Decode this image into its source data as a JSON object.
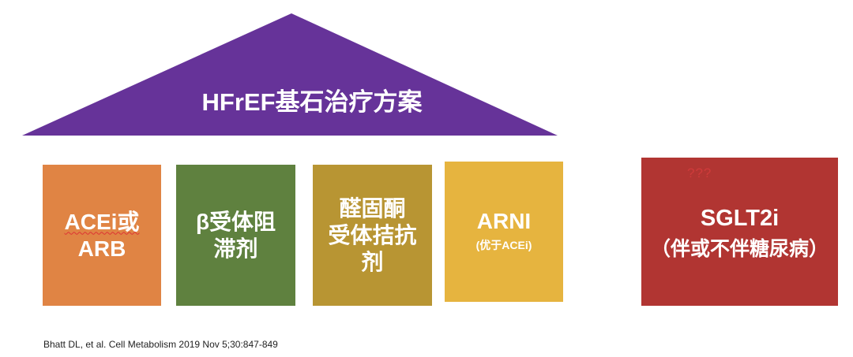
{
  "title": "HFrEF基石治疗方案",
  "colors": {
    "roof": "#663399",
    "acei": "#e08444",
    "beta": "#5f813f",
    "mra": "#b89533",
    "arni": "#e6b43f",
    "sglt2": "#b13532"
  },
  "pillars": [
    {
      "lines": [
        "ACEi或",
        "ARB"
      ]
    },
    {
      "lines": [
        "β受体阻",
        "滞剂"
      ]
    },
    {
      "lines": [
        "醛固酮",
        "受体拮抗",
        "剂"
      ]
    },
    {
      "lines": [
        "ARNI"
      ],
      "sub": "(优于ACEi)"
    }
  ],
  "sglt2": {
    "question": "???",
    "label": "SGLT2i",
    "sub": "（伴或不伴糖尿病）"
  },
  "citation": "Bhatt DL, et al. Cell Metabolism 2019 Nov 5;30:847-849"
}
